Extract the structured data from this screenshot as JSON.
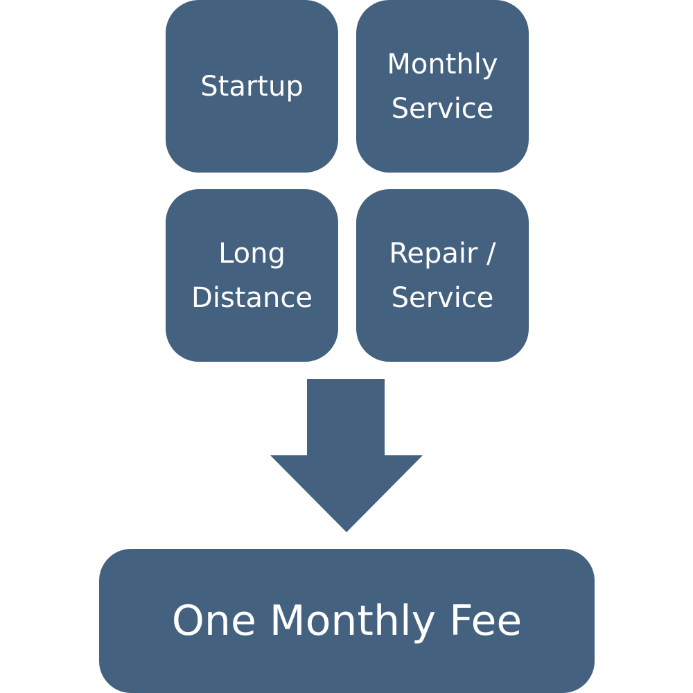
{
  "colors": {
    "tile_fill": "#44617f",
    "text": "#ffffff",
    "background": "#ffffff"
  },
  "tiles": [
    {
      "lines": [
        "Startup"
      ]
    },
    {
      "lines": [
        "Monthly",
        "Service"
      ]
    },
    {
      "lines": [
        "Long",
        "Distance"
      ]
    },
    {
      "lines": [
        "Repair /",
        "Service"
      ]
    }
  ],
  "arrow": {
    "icon": "down-arrow-icon"
  },
  "result": {
    "label": "One Monthly Fee"
  }
}
